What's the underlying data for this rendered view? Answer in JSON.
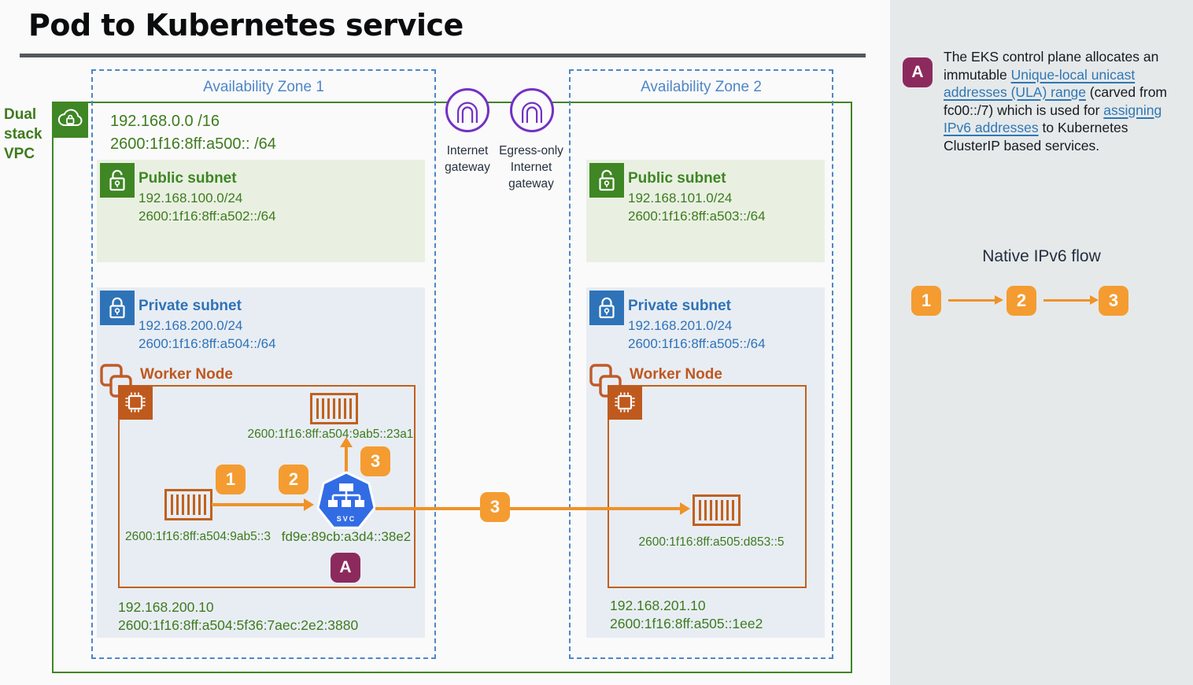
{
  "title": "Pod to Kubernetes service",
  "colors": {
    "vpc_green": "#3F8624",
    "subnet_blue": "#2E73B8",
    "az_blue": "#4E86C8",
    "worker_rust": "#C0611F",
    "flow_orange": "#F49C31",
    "annotation_maroon": "#8D2A5D",
    "kubernetes_blue": "#326CE5",
    "gateway_purple": "#7331C4",
    "link_blue": "#2E77B5"
  },
  "annotation_letter": "A",
  "flow_steps": [
    "1",
    "2",
    "3"
  ],
  "vpc": {
    "label": "Dual stack VPC",
    "cidr4": "192.168.0.0 /16",
    "cidr6": "2600:1f16:8ff:a500:: /64"
  },
  "gateways": {
    "igw_line1": "Internet",
    "igw_line2": "gateway",
    "egw_line1": "Egress-only",
    "egw_line2": "Internet",
    "egw_line3": "gateway"
  },
  "az1": {
    "label": "Availability Zone 1",
    "public_subnet": {
      "title": "Public subnet",
      "cidr4": "192.168.100.0/24",
      "cidr6": "2600:1f16:8ff:a502::/64"
    },
    "private_subnet": {
      "title": "Private subnet",
      "cidr4": "192.168.200.0/24",
      "cidr6": "2600:1f16:8ff:a504::/64"
    },
    "worker_node": {
      "title": "Worker Node",
      "pod_top_ip": "2600:1f16:8ff:a504:9ab5::23a1",
      "pod_left_ip": "2600:1f16:8ff:a504:9ab5::3",
      "service_label": "SVC",
      "service_ip": "fd9e:89cb:a3d4::38e2"
    },
    "node_ip4": "192.168.200.10",
    "node_ip6": "2600:1f16:8ff:a504:5f36:7aec:2e2:3880"
  },
  "az2": {
    "label": "Availability Zone 2",
    "public_subnet": {
      "title": "Public subnet",
      "cidr4": "192.168.101.0/24",
      "cidr6": "2600:1f16:8ff:a503::/64"
    },
    "private_subnet": {
      "title": "Private subnet",
      "cidr4": "192.168.201.0/24",
      "cidr6": "2600:1f16:8ff:a505::/64"
    },
    "worker_node": {
      "title": "Worker Node",
      "pod_ip": "2600:1f16:8ff:a505:d853::5"
    },
    "node_ip4": "192.168.201.10",
    "node_ip6": "2600:1f16:8ff:a505::1ee2"
  },
  "sidebar": {
    "badge": "A",
    "note_segments": [
      {
        "text": "The EKS control plane allocates an immutable ",
        "link": false
      },
      {
        "text": "Unique-local unicast addresses (ULA) range",
        "link": true
      },
      {
        "text": " (carved from fc00::/7) which is used for ",
        "link": false
      },
      {
        "text": "assigning IPv6 addresses",
        "link": true
      },
      {
        "text": " to Kubernetes ClusterIP based services.",
        "link": false
      }
    ],
    "flow_title": "Native IPv6 flow"
  }
}
